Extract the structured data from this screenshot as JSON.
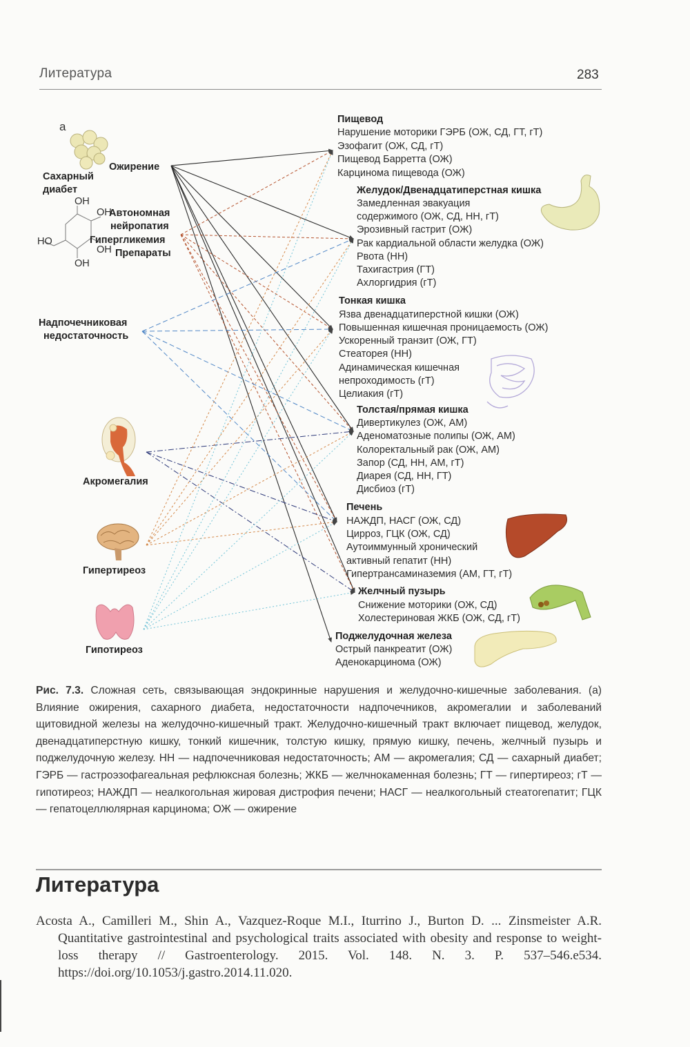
{
  "header": {
    "running_title": "Литература",
    "page_number": "283"
  },
  "figure": {
    "panel_label": "а",
    "left_labels": {
      "diabetes_line1": "Сахарный",
      "diabetes_line2": "диабет",
      "obesity": "Ожирение",
      "neuropathy_line1": "Автономная",
      "neuropathy_line2": "нейропатия",
      "hyperglycemia": "Гипергликемия",
      "drugs": "Препараты",
      "adrenal_line1": "Надпочечниковая",
      "adrenal_line2": "недостаточность",
      "acromegaly": "Акромегалия",
      "hyperthyroidism": "Гипертиреоз",
      "hypothyroidism": "Гипотиреоз"
    },
    "glucose_labels": [
      "OH",
      "OH",
      "OH",
      "OH",
      "HO"
    ],
    "organs": [
      {
        "title": "Пищевод",
        "items": [
          "Нарушение моторики ГЭРБ (ОЖ, СД, ГТ, гТ)",
          "Эзофагит (ОЖ, СД, гТ)",
          "Пищевод Барретта (ОЖ)",
          "Карцинома пищевода (ОЖ)"
        ]
      },
      {
        "title": "Желудок/Двенадцатиперстная кишка",
        "items": [
          "Замедленная эвакуация",
          "содержимого (ОЖ, СД, НН, гТ)",
          "Эрозивный гастрит (ОЖ)",
          "Рак кардиальной области желудка (ОЖ)",
          "Рвота (НН)",
          "Тахигастрия (ГТ)",
          "Ахлоргидрия (гТ)"
        ]
      },
      {
        "title": "Тонкая кишка",
        "items": [
          "Язва двенадцатиперстной кишки (ОЖ)",
          "Повышенная кишечная проницаемость (ОЖ)",
          "Ускоренный транзит (ОЖ, ГТ)",
          "Стеаторея (НН)",
          "Адинамическая кишечная",
          "непроходимость (гТ)",
          "Целиакия (гТ)"
        ]
      },
      {
        "title": "Толстая/прямая кишка",
        "items": [
          "Дивертикулез (ОЖ, АМ)",
          "Аденоматозные полипы (ОЖ, АМ)",
          "Колоректальный рак (ОЖ, АМ)",
          "Запор (СД, НН, АМ, гТ)",
          "Диарея (СД, НН, ГТ)",
          "Дисбиоз (гТ)"
        ]
      },
      {
        "title": "Печень",
        "items": [
          "НАЖДП, НАСГ (ОЖ, СД)",
          "Цирроз, ГЦК (ОЖ, СД)",
          "Аутоиммунный хронический",
          "активный гепатит (НН)",
          "Гипертрансаминаземия (АМ, ГТ, гТ)"
        ]
      },
      {
        "title": "Желчный пузырь",
        "items": [
          "Снижение моторики (ОЖ, СД)",
          "Холестериновая ЖКБ (ОЖ, СД, гТ)"
        ]
      },
      {
        "title": "Поджелудочная железа",
        "items": [
          "Острый панкреатит (ОЖ)",
          "Аденокарцинома (ОЖ)"
        ]
      }
    ]
  },
  "caption": {
    "label": "Рис. 7.3.",
    "text": " Сложная сеть, связывающая эндокринные нарушения и желудочно-кишечные заболевания. (а) Влияние ожирения, сахарного диабета, недостаточности надпочечников, акромегалии и заболеваний щитовидной железы на желудочно-кишечный тракт. Желудочно-кишечный тракт включает пищевод, желудок, двенадцатиперстную кишку, тонкий кишечник, толстую кишку, прямую кишку, печень, желчный пузырь и поджелудочную железу. НН — надпочечниковая недостаточность; АМ — акромегалия; СД — сахарный диабет; ГЭРБ — гастроэзофагеальная рефлюксная болезнь; ЖКБ — желчнокаменная болезнь; ГТ — гипертиреоз; гТ — гипотиреоз; НАЖДП — неалкогольная жировая дистрофия печени; НАСГ — неалкогольный стеатогепатит; ГЦК — гепатоцеллюлярная карцинома; ОЖ — ожирение"
  },
  "section": {
    "title": "Литература",
    "reference": "Acosta A., Camilleri M., Shin A., Vazquez-Roque M.I., Iturrino J., Burton D. ... Zinsmeister A.R. Quantitative gastrointestinal and psychological traits associated with obesity and response to weight-loss therapy // Gastroenterology. 2015. Vol. 148. N. 3. P. 537–546.e534. https://doi.org/10.1053/j.gastro.2014.11.020."
  },
  "colors": {
    "obesity": "#2a2a2a",
    "neuropathy": "#b5532e",
    "adrenal": "#4f86c6",
    "acromegaly": "#2e3a7a",
    "hyperthyroid": "#d4894a",
    "hypothyroid": "#6fc2d6"
  }
}
